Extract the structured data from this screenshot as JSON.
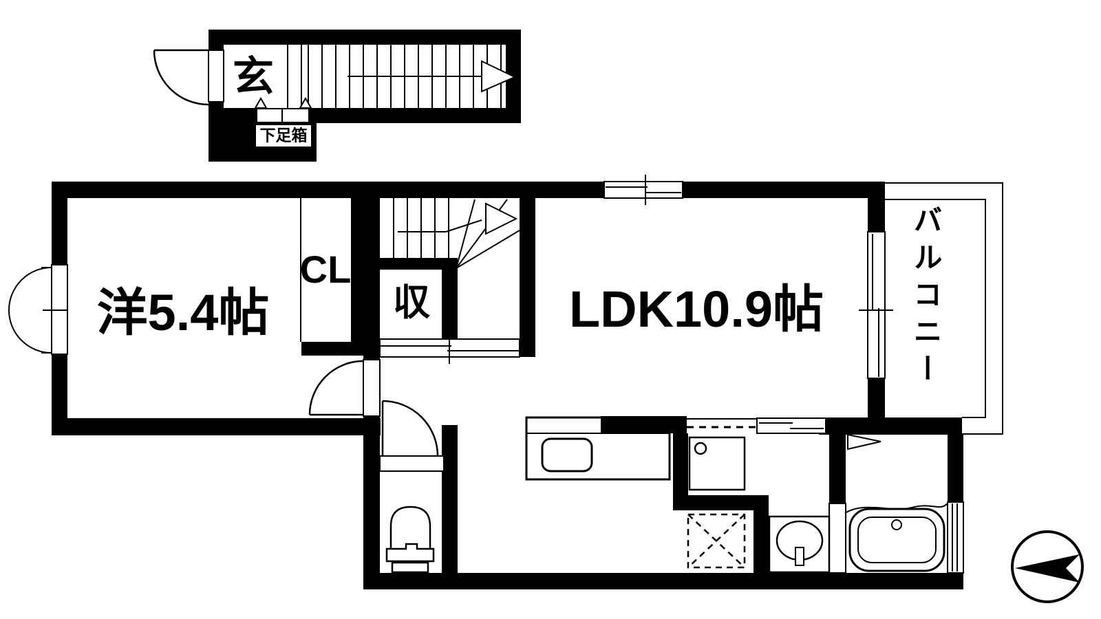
{
  "rooms": {
    "entrance": {
      "label": "玄"
    },
    "shoe_box": {
      "label": "下足箱"
    },
    "western_room": {
      "label": "洋5.4帖"
    },
    "closet": {
      "label": "CL"
    },
    "storage": {
      "label": "収"
    },
    "ldk": {
      "label": "LDK10.9帖"
    },
    "balcony": {
      "label": "バルコニー"
    }
  },
  "colors": {
    "wall": "#000000",
    "background": "#ffffff",
    "line": "#000000"
  }
}
